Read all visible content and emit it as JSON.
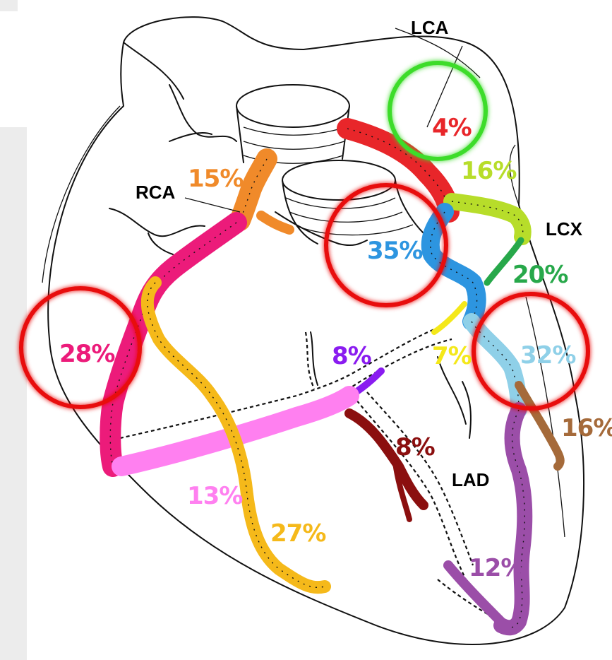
{
  "vessel_labels": {
    "lca": "LCA",
    "rca": "RCA",
    "lcx": "LCX",
    "lad": "LAD"
  },
  "segments": [
    {
      "id": "lca-main",
      "percent": "4%",
      "color": "#e8262a"
    },
    {
      "id": "lcx-proximal",
      "percent": "16%",
      "color": "#b7dd2a"
    },
    {
      "id": "lad-proximal",
      "percent": "35%",
      "color": "#2d95e0"
    },
    {
      "id": "lcx-distal",
      "percent": "20%",
      "color": "#27a84a"
    },
    {
      "id": "diagonal-1",
      "percent": "7%",
      "color": "#f4e81a"
    },
    {
      "id": "lad-mid",
      "percent": "32%",
      "color": "#8fd0e8"
    },
    {
      "id": "obtuse-marginal",
      "percent": "16%",
      "color": "#a56a3a"
    },
    {
      "id": "septal",
      "percent": "8%",
      "color": "#8a1cf0"
    },
    {
      "id": "diagonal-2",
      "percent": "8%",
      "color": "#8b0f0f"
    },
    {
      "id": "lad-distal",
      "percent": "12%",
      "color": "#9b4ea8"
    },
    {
      "id": "rca-proximal",
      "percent": "15%",
      "color": "#f08a2a"
    },
    {
      "id": "rca-mid",
      "percent": "28%",
      "color": "#ec1b7a"
    },
    {
      "id": "posterior-descending",
      "percent": "13%",
      "color": "#ff80f0"
    },
    {
      "id": "acute-marginal",
      "percent": "27%",
      "color": "#f5b91a"
    }
  ],
  "highlight_colors": {
    "green": "#3ddc2a",
    "red": "#e81010"
  }
}
